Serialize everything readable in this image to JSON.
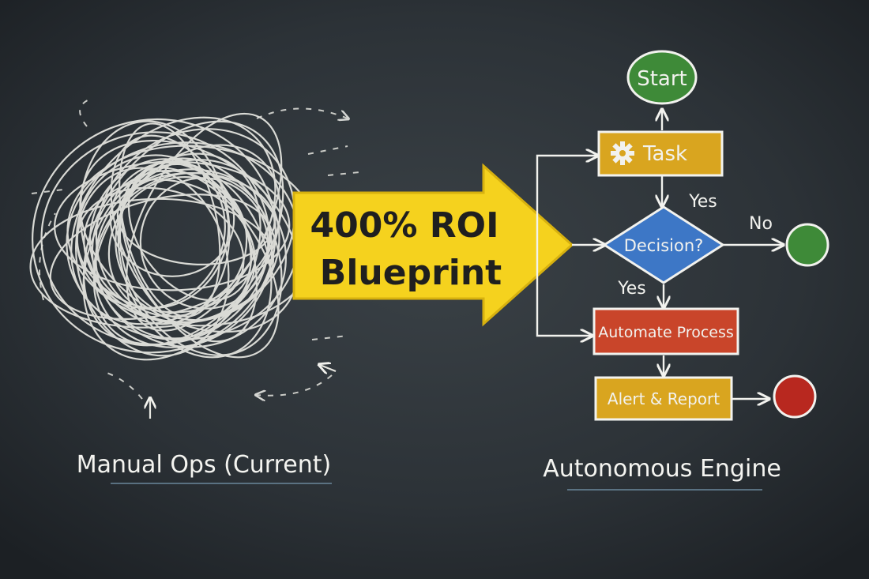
{
  "banner": {
    "line1": "400% ROI",
    "line2": "Blueprint"
  },
  "captions": {
    "left": "Manual Ops (Current)",
    "right": "Autonomous Engine"
  },
  "flowchart": {
    "start_label": "Start",
    "task_label": "Task",
    "decision_label": "Decision?",
    "edge_yes_top": "Yes",
    "edge_yes_bottom": "Yes",
    "edge_no": "No",
    "automate_label": "Automate Process",
    "alert_label": "Alert & Report"
  },
  "colors": {
    "board": "#2a3035",
    "banner": "#f5d21e",
    "start": "#3e8a38",
    "task": "#d9a51f",
    "decision": "#3d77c6",
    "automate": "#c9452a",
    "alert": "#d9a51f",
    "end_ok": "#3e8a38",
    "end_error": "#b8281f"
  },
  "icons": {
    "task": "gear-icon"
  }
}
